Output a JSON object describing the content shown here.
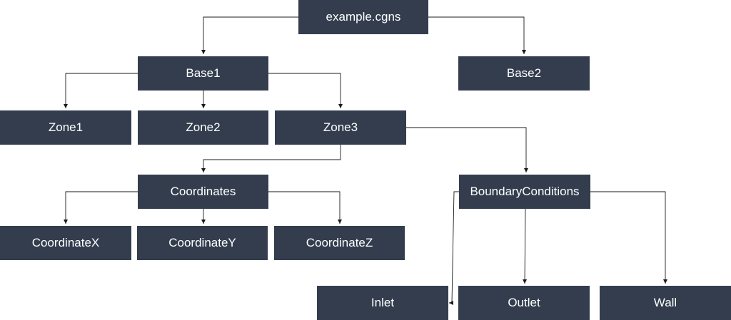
{
  "nodes": {
    "root": "example.cgns",
    "base1": "Base1",
    "base2": "Base2",
    "zone1": "Zone1",
    "zone2": "Zone2",
    "zone3": "Zone3",
    "coordinates": "Coordinates",
    "coordinate_x": "CoordinateX",
    "coordinate_y": "CoordinateY",
    "coordinate_z": "CoordinateZ",
    "boundary_conditions": "BoundaryConditions",
    "inlet": "Inlet",
    "outlet": "Outlet",
    "wall": "Wall"
  },
  "colors": {
    "node_fill": "#333d4e",
    "node_text": "#ffffff",
    "connector": "#1a1a1a",
    "background": "#ffffff"
  }
}
